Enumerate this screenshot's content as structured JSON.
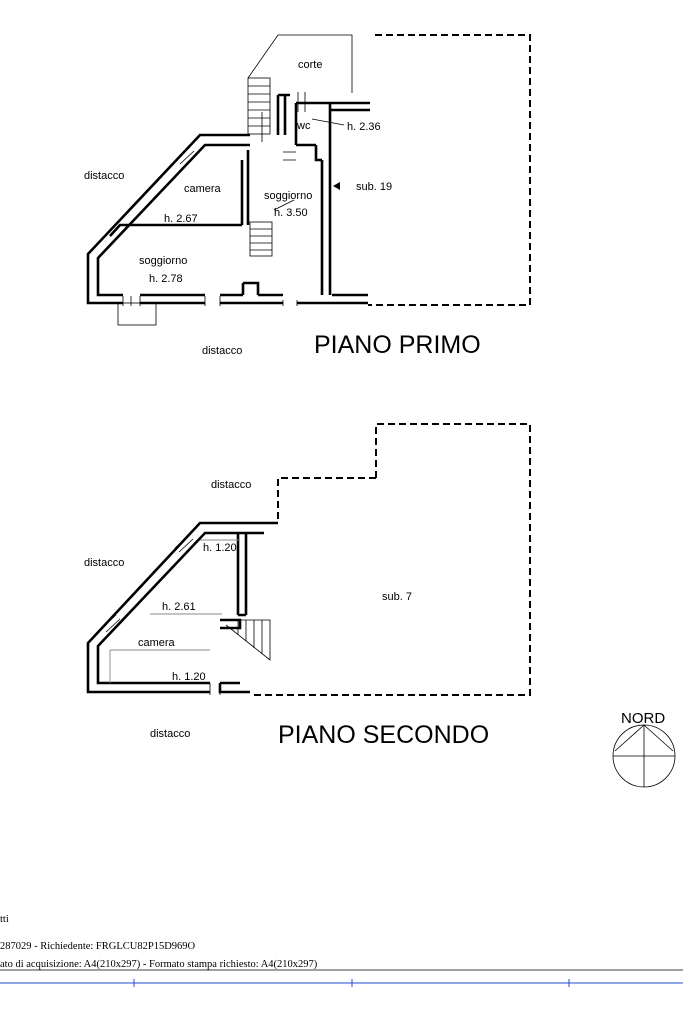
{
  "floor1": {
    "title": "PIANO PRIMO",
    "labels": {
      "corte": "corte",
      "wc": "wc",
      "wc_height": "h. 2.36",
      "distacco_left": "distacco",
      "camera": "camera",
      "soggiorno_upper": "soggiorno",
      "soggiorno_upper_height": "h. 3.50",
      "camera_height": "h. 2.67",
      "sub": "sub. 19",
      "soggiorno_lower": "soggiorno",
      "soggiorno_lower_height": "h. 2.78",
      "distacco_bottom": "distacco"
    }
  },
  "floor2": {
    "title": "PIANO SECONDO",
    "labels": {
      "distacco_top": "distacco",
      "distacco_left": "distacco",
      "height_top": "h. 1.20",
      "height_mid": "h. 2.61",
      "camera": "camera",
      "height_bottom": "h. 1.20",
      "sub": "sub. 7",
      "distacco_bottom": "distacco"
    }
  },
  "compass": {
    "label": "NORD"
  },
  "footer": {
    "line1": "tti",
    "line2": "287029 - Richiedente: FRGLCU82P15D969O",
    "line3": "ato di acquisizione: A4(210x297)  - Formato stampa richiesto: A4(210x297)"
  },
  "colors": {
    "ink": "#000000",
    "rule": "#1f4fd1",
    "paper": "#ffffff"
  }
}
